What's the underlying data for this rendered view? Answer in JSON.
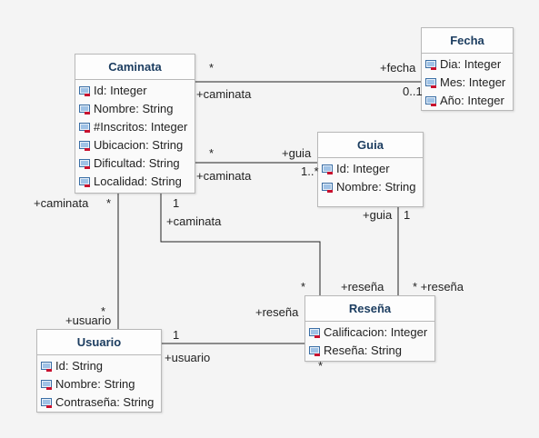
{
  "classes": {
    "caminata": {
      "name": "Caminata",
      "attributes": [
        "Id: Integer",
        "Nombre: String",
        "#Inscritos: Integer",
        "Ubicacion: String",
        "Dificultad: String",
        "Localidad: String"
      ]
    },
    "fecha": {
      "name": "Fecha",
      "attributes": [
        "Dia: Integer",
        "Mes: Integer",
        "Año: Integer"
      ]
    },
    "guia": {
      "name": "Guia",
      "attributes": [
        "Id: Integer",
        "Nombre: String"
      ]
    },
    "usuario": {
      "name": "Usuario",
      "attributes": [
        "Id: String",
        "Nombre: String",
        "Contraseña: String"
      ]
    },
    "resena": {
      "name": "Reseña",
      "attributes": [
        "Calificacion: Integer",
        "Reseña: String"
      ]
    }
  },
  "labels": {
    "cf_mult_caminata": "*",
    "cf_role_fecha": "+fecha",
    "cf_mult_fecha": "0..1",
    "cf_role_caminata": "+caminata",
    "cg_mult_caminata": "*",
    "cg_role_guia": "+guia",
    "cg_mult_guia": "1..*",
    "cg_role_caminata": "+caminata",
    "cu_role_caminata": "+caminata",
    "cu_mult_caminata": "*",
    "cu_mult_usuario": "*",
    "cu_role_usuario": "+usuario",
    "cr_mult_caminata": "1",
    "cr_role_caminata": "+caminata",
    "cr_mult_resena": "*",
    "cr_role_resena": "+reseña",
    "gr_role_guia": "+guia",
    "gr_mult_guia": "1",
    "gr_mult_resena": "* +reseña",
    "ur_mult_usuario": "1",
    "ur_role_usuario": "+usuario",
    "ur_role_resena": "+reseña",
    "ur_mult_resena": "*"
  }
}
